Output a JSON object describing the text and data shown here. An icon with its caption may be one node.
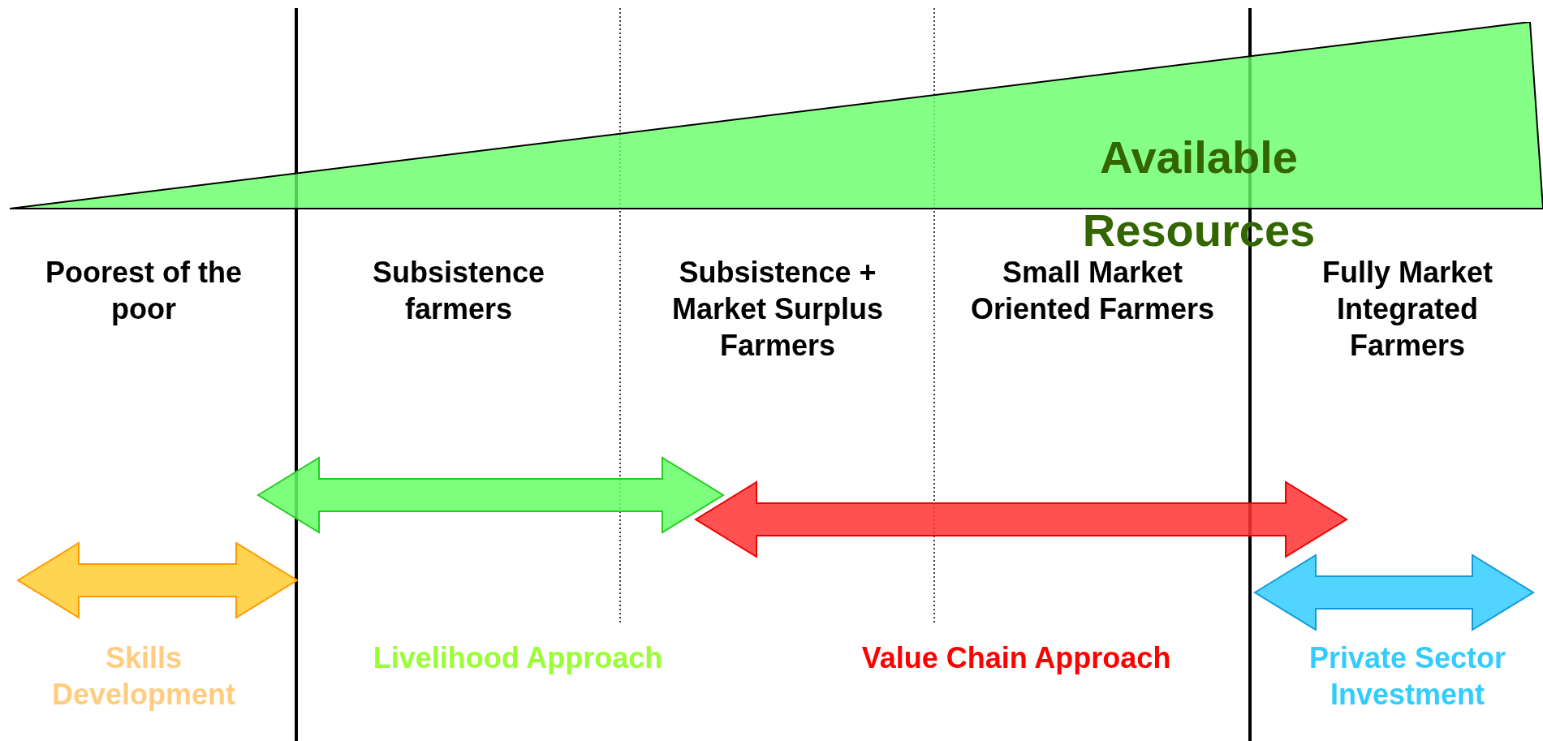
{
  "diagram": {
    "nodes": [
      {
        "text": [
          "Available Resources"
        ]
      }
    ],
    "labels": [
      "Poorest of the poor",
      "Subsistence farmers",
      "Subsistence + Market Surplus Farmers",
      "Small Market Oriented Farmers",
      "Fully Market Integrated Farmers",
      "Skills Development",
      "Livelihood Approach",
      "Value Chain Approach",
      "Private Sector Investment"
    ]
  }
}
